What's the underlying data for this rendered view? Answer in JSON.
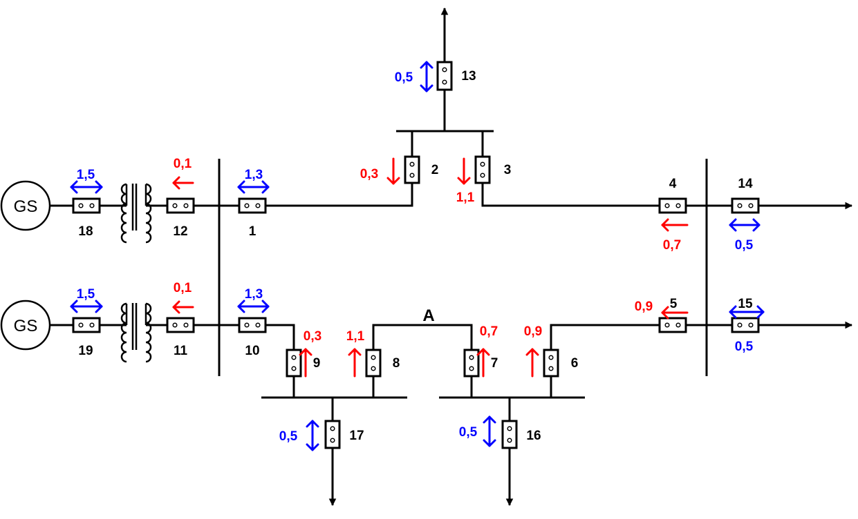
{
  "colors": {
    "line": "#000000",
    "fault": "#ff0000",
    "bidir": "#0000ff",
    "background": "#ffffff"
  },
  "generators": {
    "top": "GS",
    "bottom": "GS"
  },
  "node_label": "A",
  "breaker_labels": {
    "b1": "1",
    "b2": "2",
    "b3": "3",
    "b4": "4",
    "b5": "5",
    "b6": "6",
    "b7": "7",
    "b8": "8",
    "b9": "9",
    "b10": "10",
    "b11": "11",
    "b12": "12",
    "b13": "13",
    "b14": "14",
    "b15": "15",
    "b16": "16",
    "b17": "17",
    "b18": "18",
    "b19": "19"
  },
  "fault_values": {
    "b2": "0,3",
    "b3": "1,1",
    "b4": "0,7",
    "b5": "0,9",
    "b6": "0,9",
    "b7": "0,7",
    "b8": "1,1",
    "b9": "0,3",
    "b11": "0,1",
    "b12": "0,1"
  },
  "bidir_values": {
    "b1": "1,3",
    "b10": "1,3",
    "b13": "0,5",
    "b14": "0,5",
    "b15": "0,5",
    "b16": "0,5",
    "b17": "0,5",
    "b18": "1,5",
    "b19": "1,5"
  }
}
